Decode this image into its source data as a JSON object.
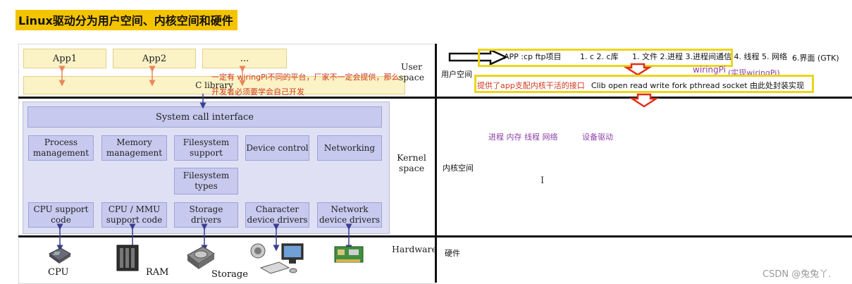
{
  "title": "Linux驱动分为用户空间、内核空间和硬件",
  "diagram": {
    "apps": [
      "App1",
      "App2",
      "..."
    ],
    "c_library": "C library",
    "syscall": "System call interface",
    "kernel_row1": [
      "Process management",
      "Memory management",
      "Filesystem support",
      "Device control",
      "Networking"
    ],
    "kernel_row2": [
      "Filesystem types"
    ],
    "kernel_row3": [
      "CPU support code",
      "CPU / MMU support code",
      "Storage drivers",
      "Character device drivers",
      "Network device drivers"
    ],
    "hardware": [
      "CPU",
      "RAM",
      "Storage"
    ],
    "layer_labels": {
      "user": "User space",
      "kernel": "Kernel space",
      "hardware": "Hardware"
    },
    "note_line1": "一定有 wiringPi不同的平台，厂家不一定会提供，那么",
    "note_line2": "开发者必须要学会自己开发"
  },
  "notes": {
    "user_space_cn": "用户空间",
    "app_line": "APP :cp ftp项目",
    "clib_line": "1. c 2. c库",
    "item1": "1. 文件 2.进程 3.进程间通信 4. 线程 5. 网络",
    "item6": "6.界面 (GTK)",
    "wiringpi": "wiringPi",
    "wiringpi_note": "(实现wiringPi)",
    "iface_red": "提供了app支配内核干活的接口",
    "iface_black": "Clib open read write fork pthread socket 由此处封装实现",
    "kernel_funcs": "进程 内存 线程 网络",
    "device_driver": "设备驱动",
    "kernel_cn": "内核空间",
    "cursor": "I",
    "hardware_cn": "硬件"
  },
  "watermark": "CSDN @兔兔丫."
}
